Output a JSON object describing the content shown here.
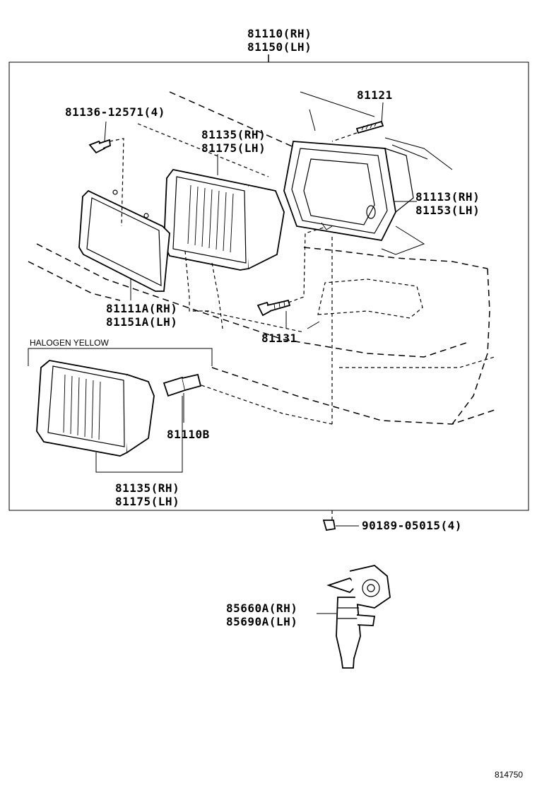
{
  "callouts": {
    "assembly_rh": "81110(RH)",
    "assembly_lh": "81150(LH)",
    "screw": "81136-12571(4)",
    "unit_rh": "81135(RH)",
    "unit_lh": "81175(LH)",
    "housing_screw": "81121",
    "housing_rh": "81113(RH)",
    "housing_lh": "81153(LH)",
    "gasket_rh": "81111A(RH)",
    "gasket_lh": "81151A(LH)",
    "bolt": "81131",
    "halogen_title": "HALOGEN YELLOW",
    "bulb": "81110B",
    "halogen_unit_rh": "81135(RH)",
    "halogen_unit_lh": "81175(LH)",
    "clip": "90189-05015(4)",
    "switch_rh": "85660A(RH)",
    "switch_lh": "85690A(LH)",
    "diagram_id": "814750"
  }
}
